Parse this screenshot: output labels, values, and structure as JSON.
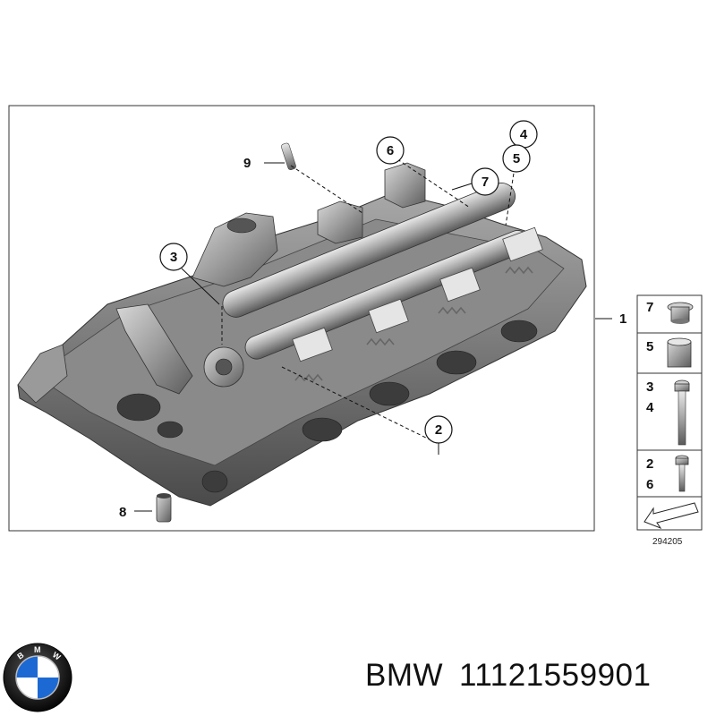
{
  "callouts": [
    "9",
    "6",
    "4",
    "5",
    "7",
    "3",
    "1",
    "2",
    "8"
  ],
  "legend": {
    "rows": [
      {
        "labels": [
          "7"
        ],
        "part": "cap-plug"
      },
      {
        "labels": [
          "5"
        ],
        "part": "sleeve"
      },
      {
        "labels": [
          "3",
          "4"
        ],
        "part": "long-bolt"
      },
      {
        "labels": [
          "2",
          "6"
        ],
        "part": "short-bolt"
      }
    ]
  },
  "diagram_id": "294205",
  "caption": {
    "brand": "BMW",
    "part_number": "11121559901"
  },
  "logo": {
    "lettering": "BMW",
    "colors": {
      "blue": "#1c69d4",
      "white": "#ffffff",
      "ring": "#111111"
    }
  }
}
